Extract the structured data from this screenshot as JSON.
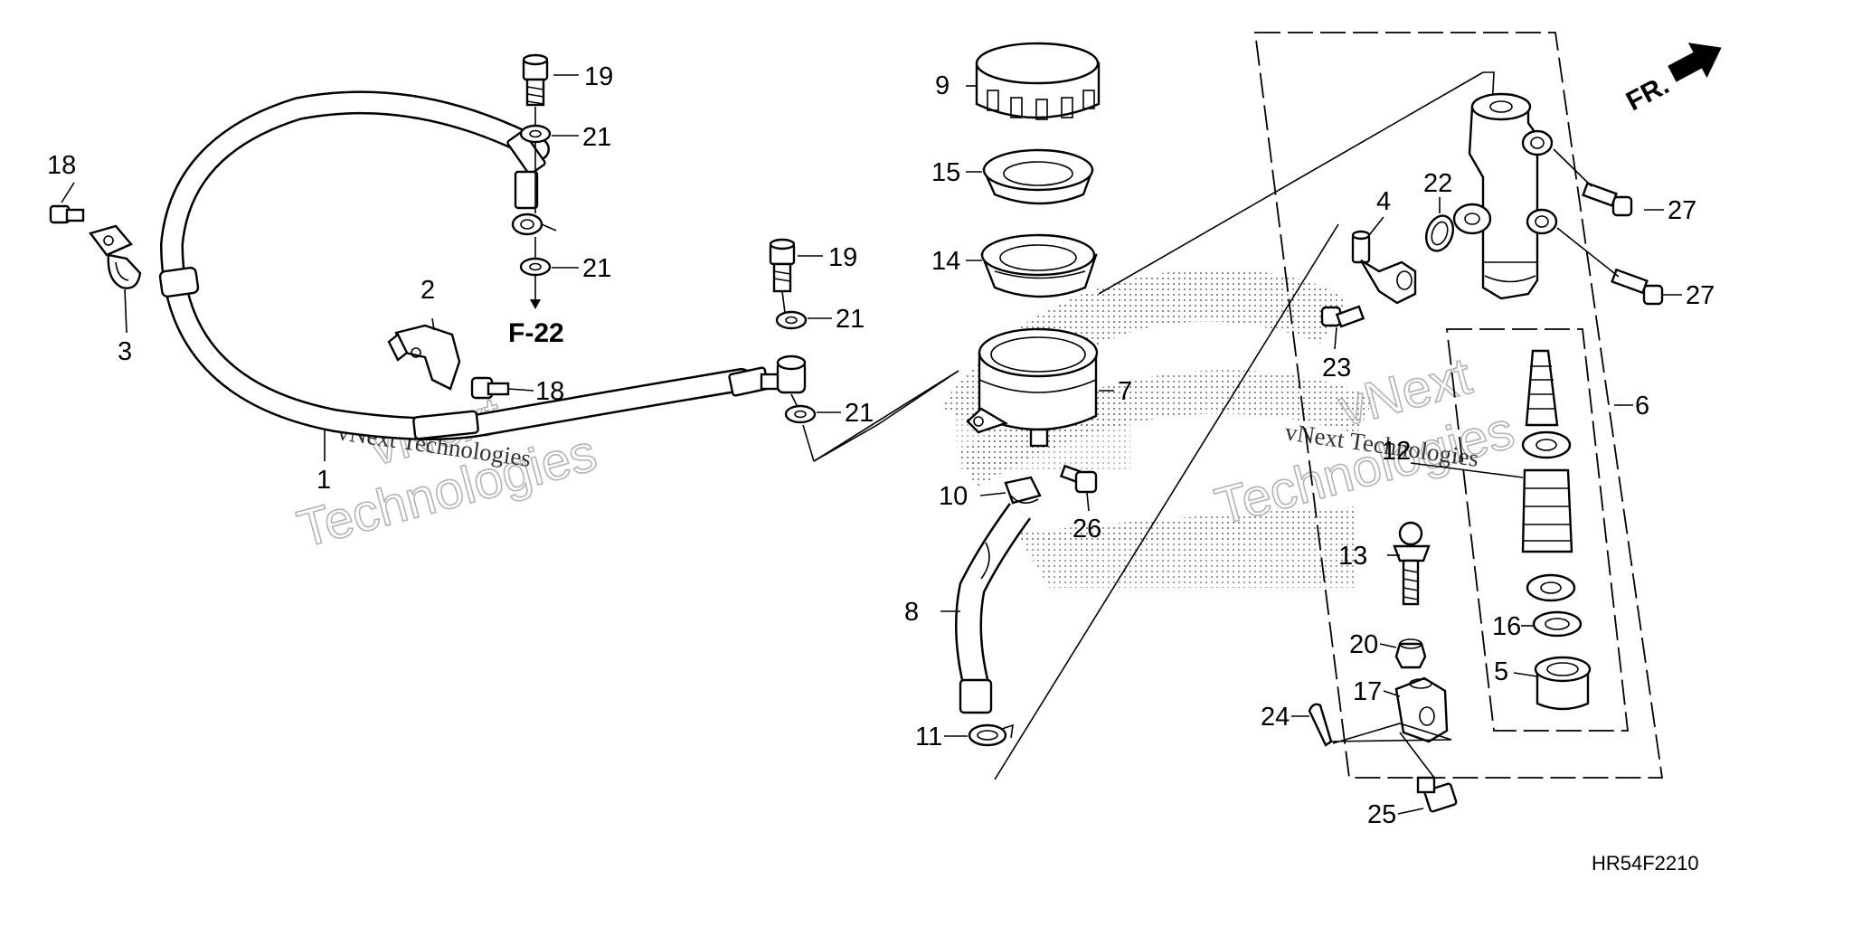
{
  "diagram": {
    "part_labels": {
      "p1": "1",
      "p2": "2",
      "p3": "3",
      "p4": "4",
      "p5": "5",
      "p6": "6",
      "p7": "7",
      "p8": "8",
      "p9": "9",
      "p10": "10",
      "p11": "11",
      "p12": "12",
      "p13": "13",
      "p14": "14",
      "p15": "15",
      "p16": "16",
      "p17": "17",
      "p18a": "18",
      "p18b": "18",
      "p19a": "19",
      "p19b": "19",
      "p20": "20",
      "p21a": "21",
      "p21b": "21",
      "p21c": "21",
      "p21d": "21",
      "p22": "22",
      "p23": "23",
      "p24": "24",
      "p25": "25",
      "p26": "26",
      "p27a": "27",
      "p27b": "27"
    },
    "reference_label": "F-22",
    "front_label": "FR.",
    "diagram_code": "HR54F2210",
    "watermarks": {
      "serif_1": "vNext Technologies",
      "serif_2": "vNext Technologies",
      "outline_1a": "vNext",
      "outline_1b": "Technologies",
      "outline_2a": "vNext",
      "outline_2b": "Technologies"
    }
  }
}
